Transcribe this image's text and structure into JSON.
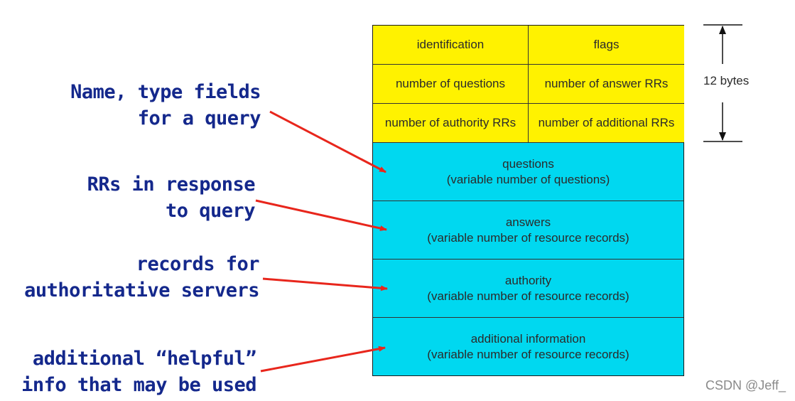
{
  "header": {
    "row1": [
      "identification",
      "flags"
    ],
    "row2": [
      "number of questions",
      "number of answer RRs"
    ],
    "row3": [
      "number of authority RRs",
      "number of additional RRs"
    ]
  },
  "sections": [
    {
      "title": "questions",
      "subtitle": "(variable number of questions)"
    },
    {
      "title": "answers",
      "subtitle": "(variable number of resource records)"
    },
    {
      "title": "authority",
      "subtitle": "(variable number of resource  records)"
    },
    {
      "title": "additional information",
      "subtitle": "(variable number of resource records)"
    }
  ],
  "annotations": [
    {
      "line1": "Name, type fields",
      "line2": "for a query"
    },
    {
      "line1": "RRs in response",
      "line2": "to query"
    },
    {
      "line1": "records for",
      "line2": "authoritative servers"
    },
    {
      "line1": "additional “helpful”",
      "line2": "info that may be used"
    }
  ],
  "size_label": "12 bytes",
  "watermark": "CSDN @Jeff_",
  "colors": {
    "header_fill": "#fff200",
    "section_fill": "#00d8f0",
    "annotation_text": "#14288c",
    "arrow": "#e8261c"
  }
}
